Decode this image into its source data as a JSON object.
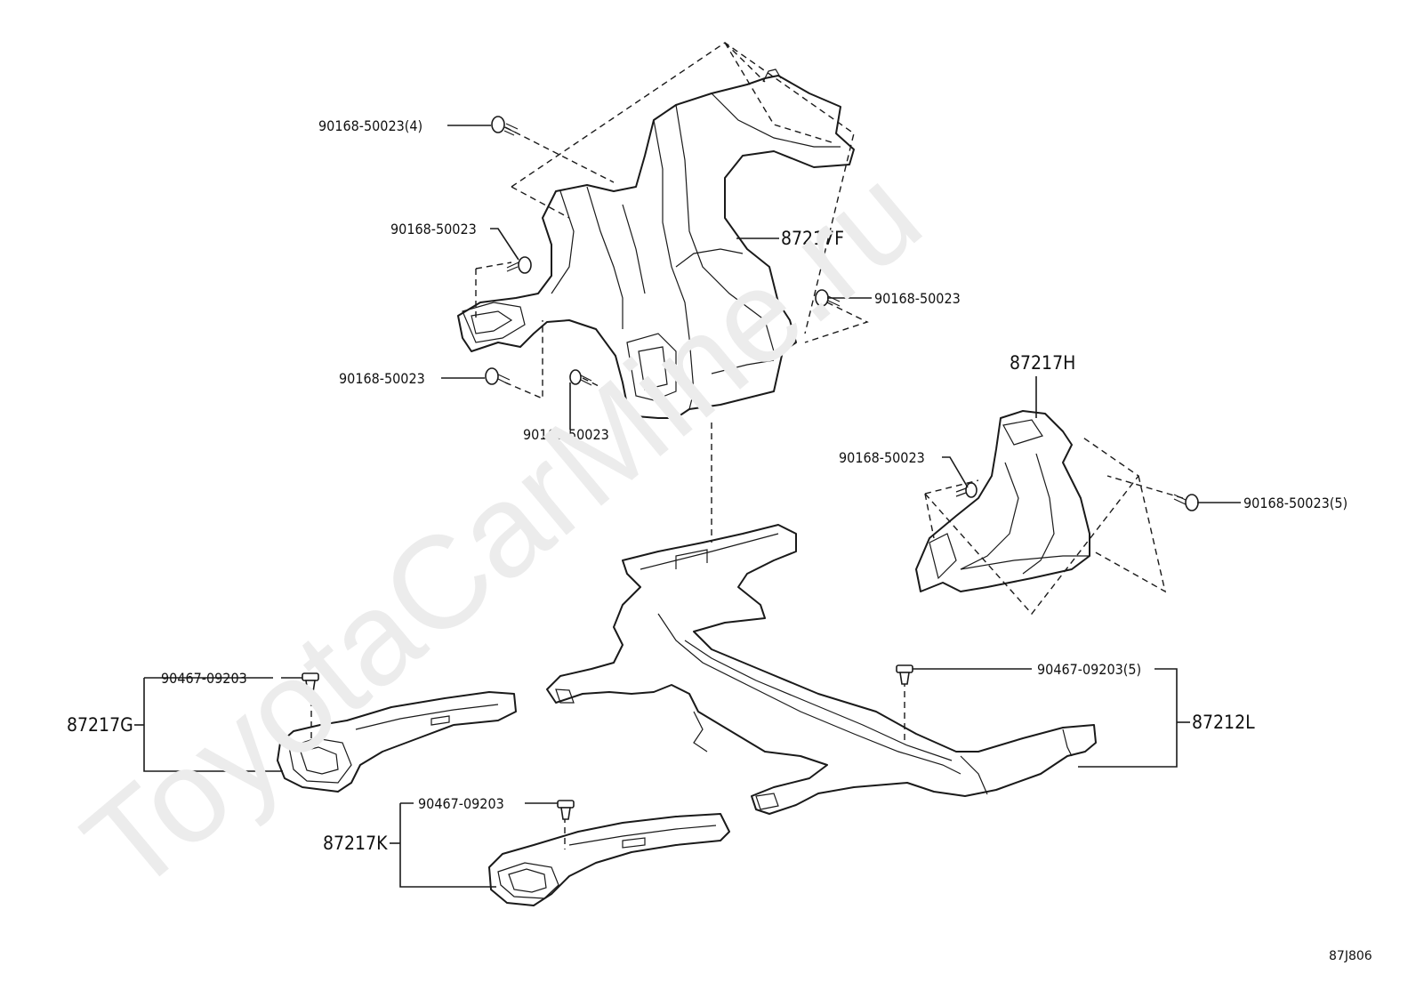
{
  "watermark": "ToyotaCarMine.ru",
  "figure_code": "87J806",
  "parts": {
    "duct_f": "87217F",
    "duct_h": "87217H",
    "duct_g": "87217G",
    "duct_k": "87217K",
    "duct_l": "87212L"
  },
  "fasteners": {
    "screw_4": "90168-50023(4)",
    "screw_a": "90168-50023",
    "screw_b": "90168-50023",
    "screw_c": "90168-50023",
    "screw_d": "90168-50023",
    "screw_h": "90168-50023",
    "screw_5": "90168-50023(5)",
    "clip_g": "90467-09203",
    "clip_k": "90467-09203",
    "clip_5": "90467-09203(5)"
  }
}
